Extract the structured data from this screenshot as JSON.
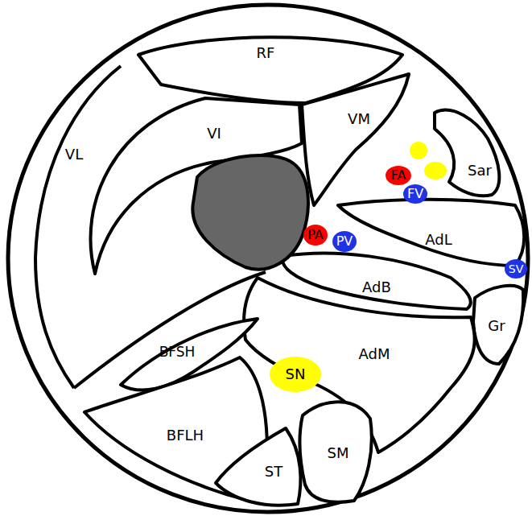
{
  "diagram": {
    "nodes": [
      {
        "text": [
          "RF"
        ]
      },
      {
        "text": [
          "VL"
        ]
      },
      {
        "text": [
          "VI"
        ]
      },
      {
        "text": [
          "VM"
        ]
      },
      {
        "text": [
          "Sar"
        ]
      },
      {
        "text": [
          "FA"
        ]
      },
      {
        "text": [
          "FV"
        ]
      },
      {
        "text": [
          "PA"
        ]
      },
      {
        "text": [
          "PV"
        ]
      },
      {
        "text": [
          "AdL"
        ]
      },
      {
        "text": [
          "SV"
        ]
      },
      {
        "text": [
          "AdB"
        ]
      },
      {
        "text": [
          "Gr"
        ]
      },
      {
        "text": [
          "AdM"
        ]
      },
      {
        "text": [
          "BFSH"
        ]
      },
      {
        "text": [
          "SN"
        ]
      },
      {
        "text": [
          "BFLH"
        ]
      },
      {
        "text": [
          "ST"
        ]
      },
      {
        "text": [
          "SM"
        ]
      }
    ]
  }
}
